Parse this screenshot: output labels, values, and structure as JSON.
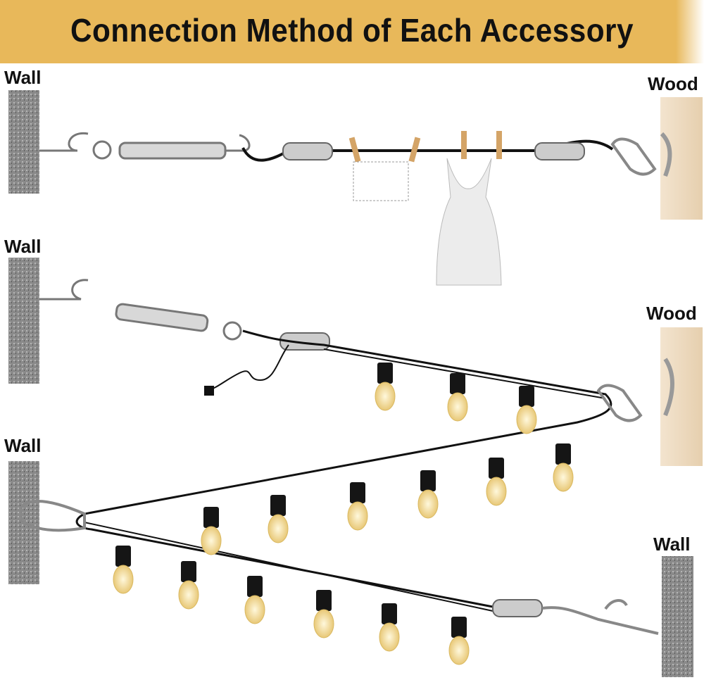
{
  "title": "Connection Method of Each Accessory",
  "labels": {
    "row1_left": "Wall",
    "row1_right": "Wood",
    "row2_left": "Wall",
    "row2_right": "Wood",
    "row3_left": "Wall",
    "row3_right": "Wall"
  },
  "colors": {
    "banner": "#e8b85a",
    "wall": "#8a8a8a",
    "wood": "#efdcc4"
  }
}
